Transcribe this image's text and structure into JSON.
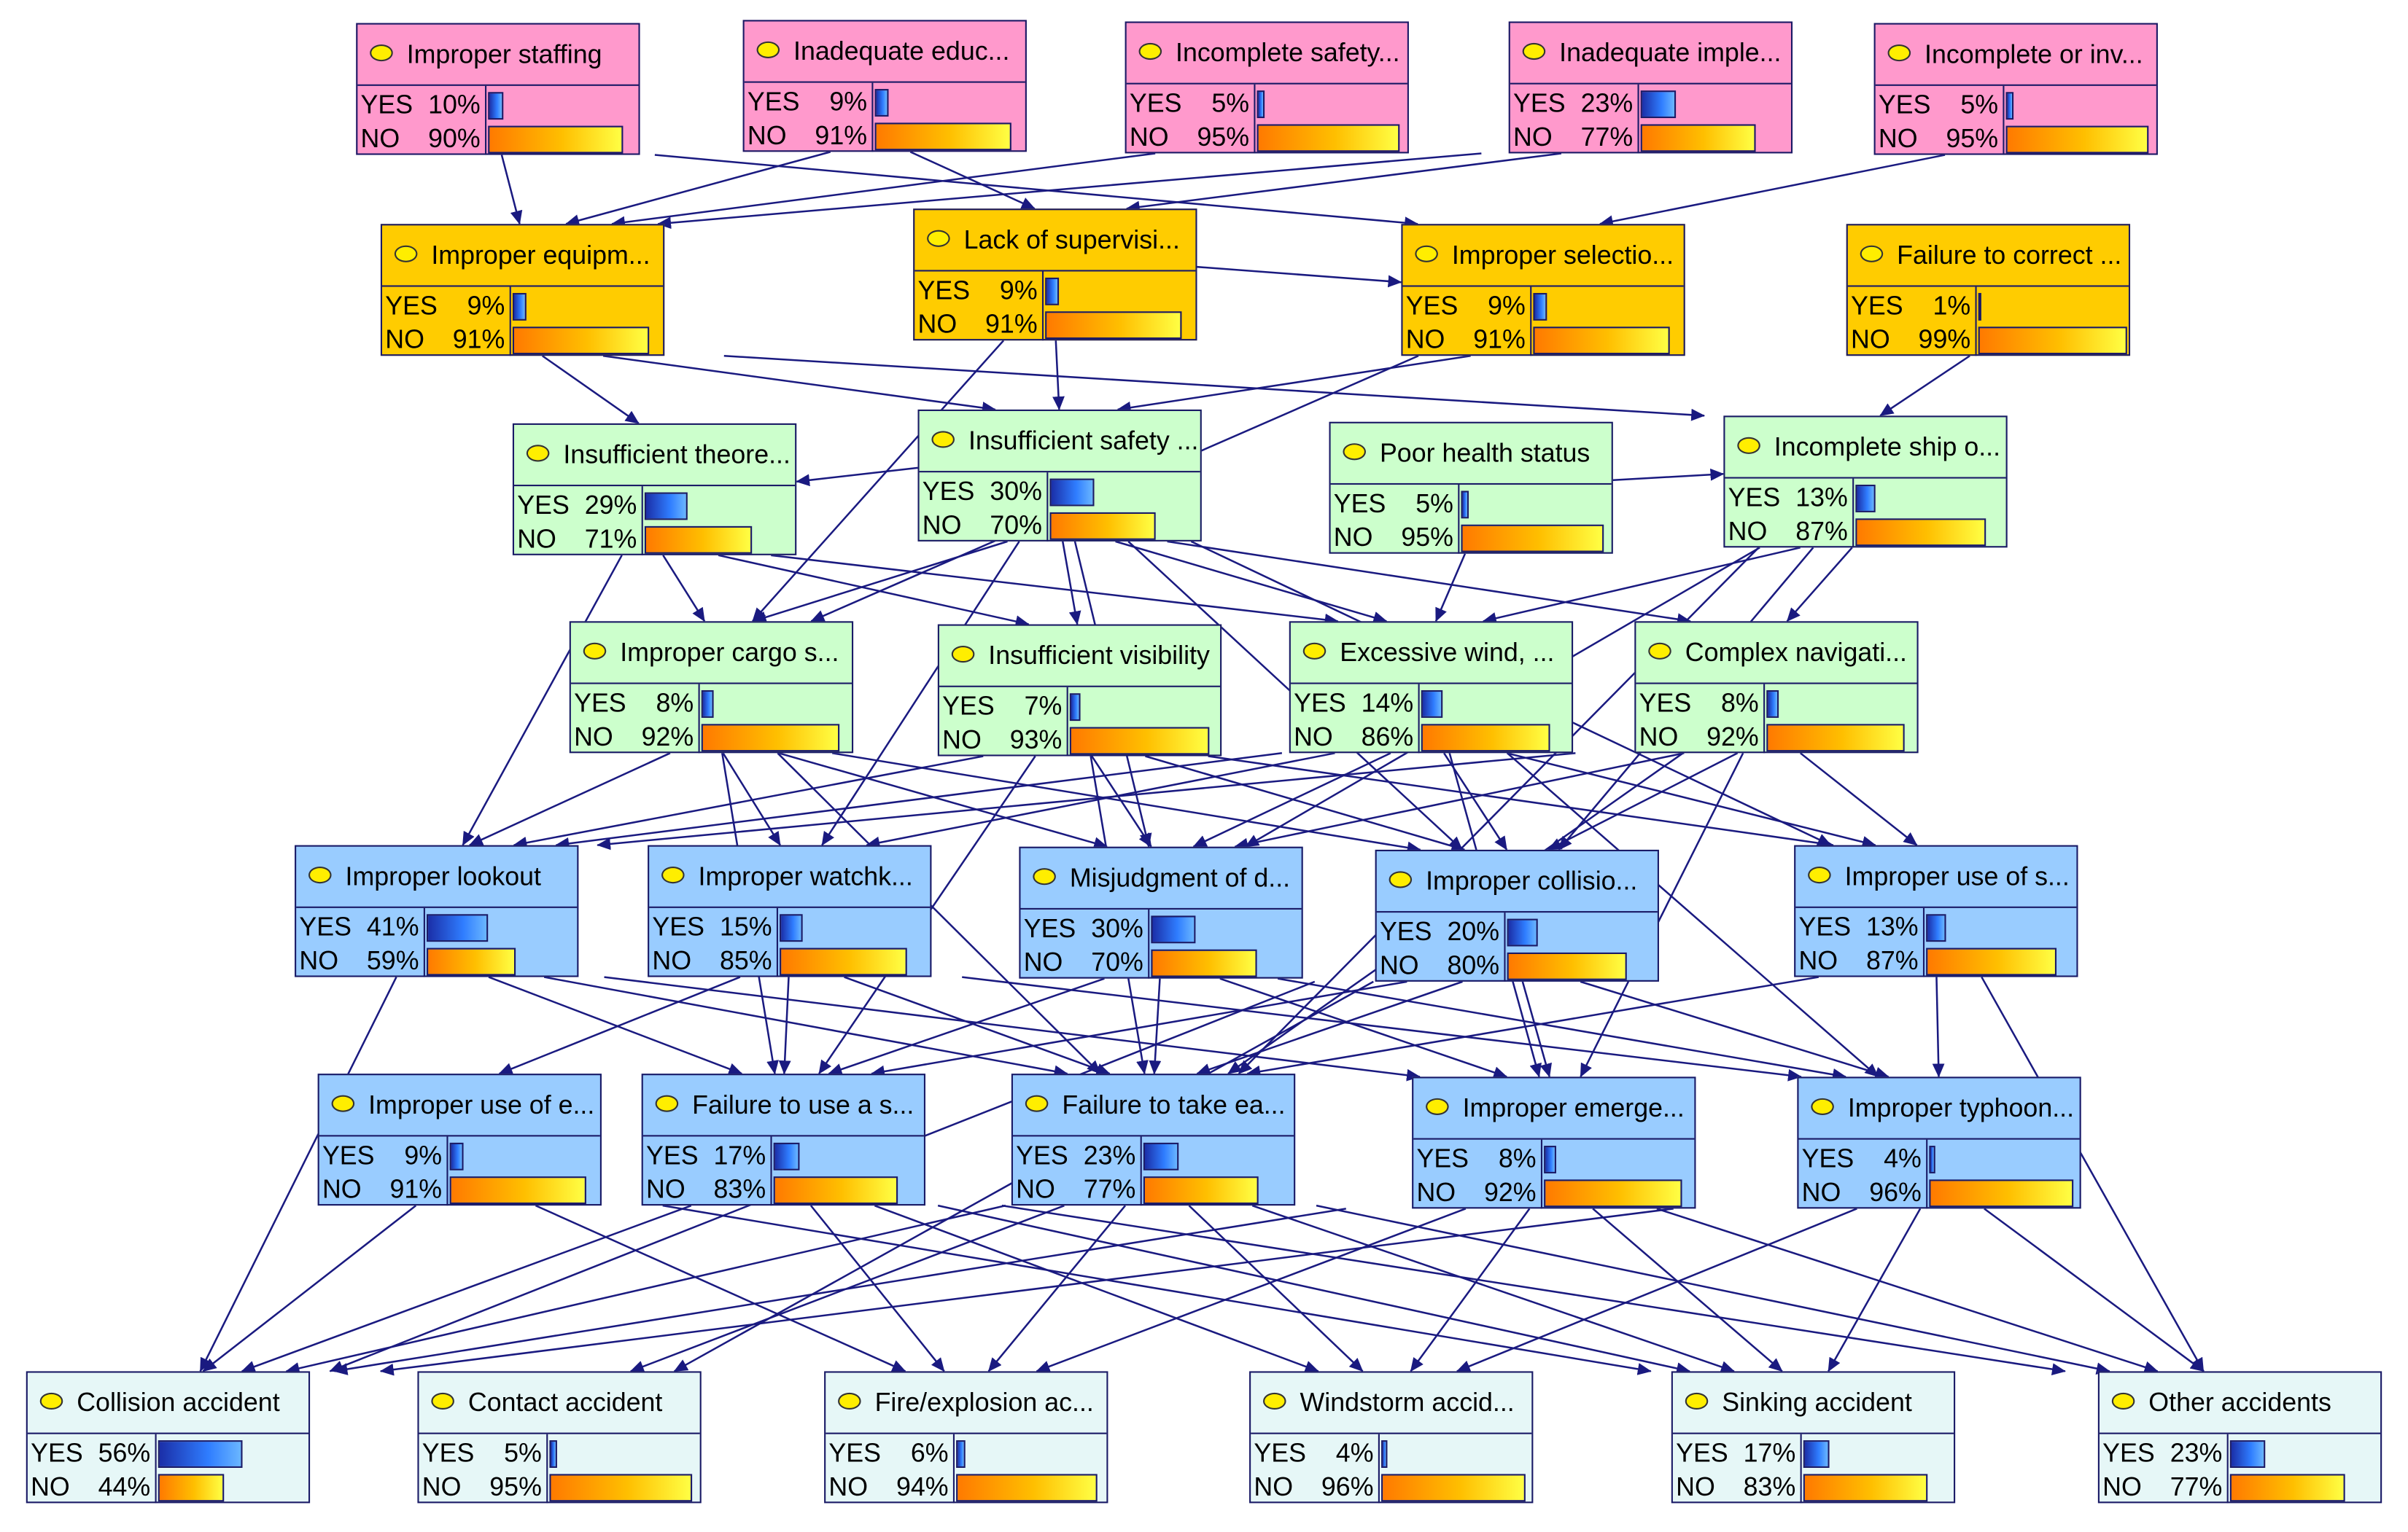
{
  "colors": {
    "pink": "#ff99cc",
    "gold": "#ffcc00",
    "lightgreen": "#ccffcc",
    "blue": "#99ccff",
    "lightcyan": "#e6f7f7",
    "edge": "#1a1a80"
  },
  "nodes": [
    {
      "id": "improper-staffing",
      "label": "Improper staffing",
      "yes": 10,
      "no": 90,
      "color": "pink"
    },
    {
      "id": "inadequate-education",
      "label": "Inadequate educ...",
      "yes": 9,
      "no": 91,
      "color": "pink"
    },
    {
      "id": "incomplete-safety",
      "label": "Incomplete safety...",
      "yes": 5,
      "no": 95,
      "color": "pink"
    },
    {
      "id": "inadequate-implementation",
      "label": "Inadequate imple...",
      "yes": 23,
      "no": 77,
      "color": "pink"
    },
    {
      "id": "incomplete-or-invalid",
      "label": "Incomplete or inv...",
      "yes": 5,
      "no": 95,
      "color": "pink"
    },
    {
      "id": "improper-equipment",
      "label": "Improper equipm...",
      "yes": 9,
      "no": 91,
      "color": "gold"
    },
    {
      "id": "lack-of-supervision",
      "label": "Lack of supervisi...",
      "yes": 9,
      "no": 91,
      "color": "gold"
    },
    {
      "id": "improper-selection",
      "label": "Improper selectio...",
      "yes": 9,
      "no": 91,
      "color": "gold"
    },
    {
      "id": "failure-to-correct",
      "label": "Failure to correct ...",
      "yes": 1,
      "no": 99,
      "color": "gold"
    },
    {
      "id": "insufficient-theoretical",
      "label": "Insufficient theore...",
      "yes": 29,
      "no": 71,
      "color": "lightgreen"
    },
    {
      "id": "insufficient-safety",
      "label": "Insufficient safety ...",
      "yes": 30,
      "no": 70,
      "color": "lightgreen"
    },
    {
      "id": "poor-health-status",
      "label": "Poor health status",
      "yes": 5,
      "no": 95,
      "color": "lightgreen"
    },
    {
      "id": "incomplete-ship",
      "label": "Incomplete ship o...",
      "yes": 13,
      "no": 87,
      "color": "lightgreen"
    },
    {
      "id": "improper-cargo",
      "label": "Improper cargo s...",
      "yes": 8,
      "no": 92,
      "color": "lightgreen"
    },
    {
      "id": "insufficient-visibility",
      "label": "Insufficient visibility",
      "yes": 7,
      "no": 93,
      "color": "lightgreen"
    },
    {
      "id": "excessive-wind",
      "label": "Excessive wind, ...",
      "yes": 14,
      "no": 86,
      "color": "lightgreen"
    },
    {
      "id": "complex-navigation",
      "label": "Complex navigati...",
      "yes": 8,
      "no": 92,
      "color": "lightgreen"
    },
    {
      "id": "improper-lookout",
      "label": "Improper lookout",
      "yes": 41,
      "no": 59,
      "color": "blue"
    },
    {
      "id": "improper-watchkeeping",
      "label": "Improper watchk...",
      "yes": 15,
      "no": 85,
      "color": "blue"
    },
    {
      "id": "misjudgment",
      "label": "Misjudgment of d...",
      "yes": 30,
      "no": 70,
      "color": "blue"
    },
    {
      "id": "improper-collision",
      "label": "Improper collisio...",
      "yes": 20,
      "no": 80,
      "color": "blue"
    },
    {
      "id": "improper-use-of-s",
      "label": "Improper use of s...",
      "yes": 13,
      "no": 87,
      "color": "blue"
    },
    {
      "id": "improper-use-of-e",
      "label": "Improper use of e...",
      "yes": 9,
      "no": 91,
      "color": "blue"
    },
    {
      "id": "failure-to-use",
      "label": "Failure to use a s...",
      "yes": 17,
      "no": 83,
      "color": "blue"
    },
    {
      "id": "failure-to-take",
      "label": "Failure to take ea...",
      "yes": 23,
      "no": 77,
      "color": "blue"
    },
    {
      "id": "improper-emergency",
      "label": "Improper emerge...",
      "yes": 8,
      "no": 92,
      "color": "blue"
    },
    {
      "id": "improper-typhoon",
      "label": "Improper typhoon...",
      "yes": 4,
      "no": 96,
      "color": "blue"
    },
    {
      "id": "collision-accident",
      "label": "Collision accident",
      "yes": 56,
      "no": 44,
      "color": "lightcyan"
    },
    {
      "id": "contact-accident",
      "label": "Contact accident",
      "yes": 5,
      "no": 95,
      "color": "lightcyan"
    },
    {
      "id": "fire-explosion",
      "label": "Fire/explosion ac...",
      "yes": 6,
      "no": 94,
      "color": "lightcyan"
    },
    {
      "id": "windstorm-accident",
      "label": "Windstorm accid...",
      "yes": 4,
      "no": 96,
      "color": "lightcyan"
    },
    {
      "id": "sinking-accident",
      "label": "Sinking accident",
      "yes": 17,
      "no": 83,
      "color": "lightcyan"
    },
    {
      "id": "other-accidents",
      "label": "Other accidents",
      "yes": 23,
      "no": 77,
      "color": "lightcyan"
    }
  ],
  "state_labels": {
    "yes": "YES",
    "no": "NO"
  },
  "edges": [
    [
      "improper-staffing",
      "improper-equipment"
    ],
    [
      "improper-staffing",
      "improper-selection"
    ],
    [
      "inadequate-education",
      "lack-of-supervision"
    ],
    [
      "inadequate-education",
      "improper-equipment"
    ],
    [
      "incomplete-safety",
      "improper-equipment"
    ],
    [
      "inadequate-implementation",
      "improper-equipment"
    ],
    [
      "inadequate-implementation",
      "lack-of-supervision"
    ],
    [
      "incomplete-or-invalid",
      "improper-selection"
    ],
    [
      "lack-of-supervision",
      "improper-selection"
    ],
    [
      "failure-to-correct",
      "incomplete-ship"
    ],
    [
      "improper-equipment",
      "insufficient-theoretical"
    ],
    [
      "improper-equipment",
      "insufficient-safety"
    ],
    [
      "improper-equipment",
      "incomplete-ship"
    ],
    [
      "lack-of-supervision",
      "insufficient-safety"
    ],
    [
      "lack-of-supervision",
      "improper-cargo"
    ],
    [
      "improper-selection",
      "insufficient-safety"
    ],
    [
      "improper-selection",
      "improper-cargo"
    ],
    [
      "insufficient-safety",
      "insufficient-theoretical"
    ],
    [
      "poor-health-status",
      "incomplete-ship"
    ],
    [
      "insufficient-theoretical",
      "improper-lookout"
    ],
    [
      "insufficient-theoretical",
      "improper-cargo"
    ],
    [
      "insufficient-theoretical",
      "insufficient-visibility"
    ],
    [
      "insufficient-theoretical",
      "excessive-wind"
    ],
    [
      "insufficient-safety",
      "improper-cargo"
    ],
    [
      "insufficient-safety",
      "insufficient-visibility"
    ],
    [
      "insufficient-safety",
      "excessive-wind"
    ],
    [
      "insufficient-safety",
      "complex-navigation"
    ],
    [
      "insufficient-safety",
      "improper-watchkeeping"
    ],
    [
      "insufficient-safety",
      "misjudgment"
    ],
    [
      "insufficient-safety",
      "improper-collision"
    ],
    [
      "insufficient-safety",
      "improper-use-of-s"
    ],
    [
      "poor-health-status",
      "excessive-wind"
    ],
    [
      "incomplete-ship",
      "excessive-wind"
    ],
    [
      "incomplete-ship",
      "complex-navigation"
    ],
    [
      "incomplete-ship",
      "improper-collision"
    ],
    [
      "incomplete-ship",
      "misjudgment"
    ],
    [
      "incomplete-ship",
      "failure-to-take"
    ],
    [
      "improper-cargo",
      "improper-lookout"
    ],
    [
      "improper-cargo",
      "improper-watchkeeping"
    ],
    [
      "improper-cargo",
      "misjudgment"
    ],
    [
      "improper-cargo",
      "improper-collision"
    ],
    [
      "improper-cargo",
      "failure-to-use"
    ],
    [
      "improper-cargo",
      "failure-to-take"
    ],
    [
      "insufficient-visibility",
      "improper-lookout"
    ],
    [
      "insufficient-visibility",
      "misjudgment"
    ],
    [
      "insufficient-visibility",
      "improper-collision"
    ],
    [
      "insufficient-visibility",
      "improper-use-of-s"
    ],
    [
      "insufficient-visibility",
      "failure-to-use"
    ],
    [
      "insufficient-visibility",
      "failure-to-take"
    ],
    [
      "excessive-wind",
      "improper-lookout"
    ],
    [
      "excessive-wind",
      "improper-watchkeeping"
    ],
    [
      "excessive-wind",
      "misjudgment"
    ],
    [
      "excessive-wind",
      "improper-collision"
    ],
    [
      "excessive-wind",
      "improper-use-of-s"
    ],
    [
      "excessive-wind",
      "improper-typhoon"
    ],
    [
      "excessive-wind",
      "improper-emergency"
    ],
    [
      "complex-navigation",
      "improper-lookout"
    ],
    [
      "complex-navigation",
      "misjudgment"
    ],
    [
      "complex-navigation",
      "improper-collision"
    ],
    [
      "complex-navigation",
      "improper-use-of-s"
    ],
    [
      "complex-navigation",
      "improper-emergency"
    ],
    [
      "complex-navigation",
      "failure-to-take"
    ],
    [
      "improper-lookout",
      "collision-accident"
    ],
    [
      "improper-lookout",
      "failure-to-use"
    ],
    [
      "improper-lookout",
      "failure-to-take"
    ],
    [
      "improper-lookout",
      "improper-emergency"
    ],
    [
      "improper-watchkeeping",
      "improper-use-of-e"
    ],
    [
      "improper-watchkeeping",
      "failure-to-use"
    ],
    [
      "improper-watchkeeping",
      "failure-to-take"
    ],
    [
      "improper-watchkeeping",
      "improper-typhoon"
    ],
    [
      "misjudgment",
      "failure-to-use"
    ],
    [
      "misjudgment",
      "failure-to-take"
    ],
    [
      "misjudgment",
      "improper-emergency"
    ],
    [
      "misjudgment",
      "improper-typhoon"
    ],
    [
      "improper-collision",
      "failure-to-use"
    ],
    [
      "improper-collision",
      "failure-to-take"
    ],
    [
      "improper-collision",
      "improper-emergency"
    ],
    [
      "improper-collision",
      "improper-typhoon"
    ],
    [
      "improper-collision",
      "collision-accident"
    ],
    [
      "improper-collision",
      "contact-accident"
    ],
    [
      "improper-use-of-s",
      "failure-to-take"
    ],
    [
      "improper-use-of-s",
      "improper-typhoon"
    ],
    [
      "improper-use-of-s",
      "other-accidents"
    ],
    [
      "improper-use-of-e",
      "collision-accident"
    ],
    [
      "improper-use-of-e",
      "fire-explosion"
    ],
    [
      "improper-use-of-e",
      "sinking-accident"
    ],
    [
      "failure-to-use",
      "collision-accident"
    ],
    [
      "failure-to-use",
      "fire-explosion"
    ],
    [
      "failure-to-use",
      "windstorm-accident"
    ],
    [
      "failure-to-use",
      "sinking-accident"
    ],
    [
      "failure-to-use",
      "other-accidents"
    ],
    [
      "failure-to-take",
      "collision-accident"
    ],
    [
      "failure-to-take",
      "contact-accident"
    ],
    [
      "failure-to-take",
      "fire-explosion"
    ],
    [
      "failure-to-take",
      "windstorm-accident"
    ],
    [
      "failure-to-take",
      "sinking-accident"
    ],
    [
      "failure-to-take",
      "other-accidents"
    ],
    [
      "improper-emergency",
      "collision-accident"
    ],
    [
      "improper-emergency",
      "fire-explosion"
    ],
    [
      "improper-emergency",
      "windstorm-accident"
    ],
    [
      "improper-emergency",
      "sinking-accident"
    ],
    [
      "improper-emergency",
      "other-accidents"
    ],
    [
      "improper-typhoon",
      "collision-accident"
    ],
    [
      "improper-typhoon",
      "windstorm-accident"
    ],
    [
      "improper-typhoon",
      "sinking-accident"
    ],
    [
      "improper-typhoon",
      "other-accidents"
    ]
  ]
}
